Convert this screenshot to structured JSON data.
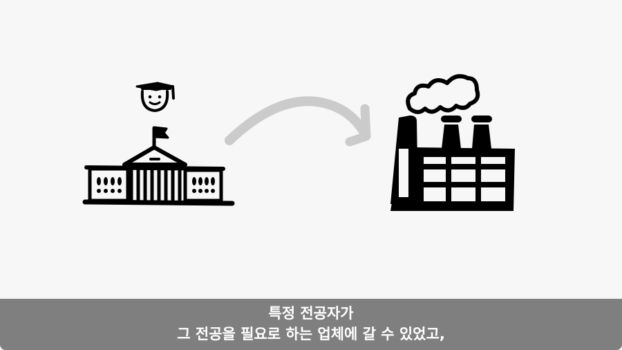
{
  "scene": {
    "background_color": "#f7f7f7",
    "illustrations": [
      {
        "id": "university",
        "label": "university-with-graduate"
      },
      {
        "id": "arrow",
        "label": "curved-arrow-right",
        "color": "#cbcbcb"
      },
      {
        "id": "factory",
        "label": "factory-with-smoke"
      }
    ]
  },
  "subtitle": {
    "line1": "특정 전공자가",
    "line2": "그 전공을 필요로 하는 업체에 갈 수 있었고,",
    "background_color": "#7f7f7f",
    "text_color": "#ffffff"
  }
}
